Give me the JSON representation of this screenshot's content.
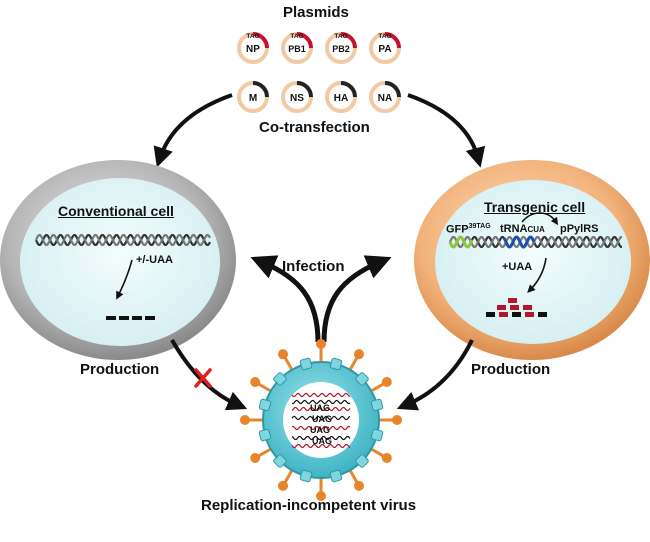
{
  "title": "Plasmids",
  "plasmids_top": [
    {
      "name": "NP",
      "tag": "TAG"
    },
    {
      "name": "PB1",
      "tag": "TAG"
    },
    {
      "name": "PB2",
      "tag": "TAG"
    },
    {
      "name": "PA",
      "tag": "TAG"
    }
  ],
  "plasmids_bottom": [
    "M",
    "NS",
    "HA",
    "NA"
  ],
  "cotransfection": "Co-transfection",
  "conventional_cell": {
    "title": "Conventional cell",
    "treatment": "+/-UAA"
  },
  "transgenic_cell": {
    "title": "Transgenic cell",
    "gfp": "GFP",
    "gfp_sup": "39TAG",
    "trna": "tRNA",
    "trna_sub": "CUA",
    "pylrs": "pPylRS",
    "treatment": "+UAA"
  },
  "infection": "Infection",
  "production_left": "Production",
  "production_right": "Production",
  "virus_codons": [
    "UAG",
    "UAG",
    "UAG",
    "UAG"
  ],
  "virus_label": "Replication-incompetent virus",
  "colors": {
    "plasmid_ring": "#f3c9a4",
    "tag_red": "#c8102e",
    "dark_arc": "#222222",
    "conventional_membrane": "#a8a8a8",
    "transgenic_membrane": "#f0a86a",
    "cytoplasm": "#e3f6f7",
    "virus": "#5fc7d3",
    "spike": "#e8852a",
    "block_red": "#b2182b"
  }
}
